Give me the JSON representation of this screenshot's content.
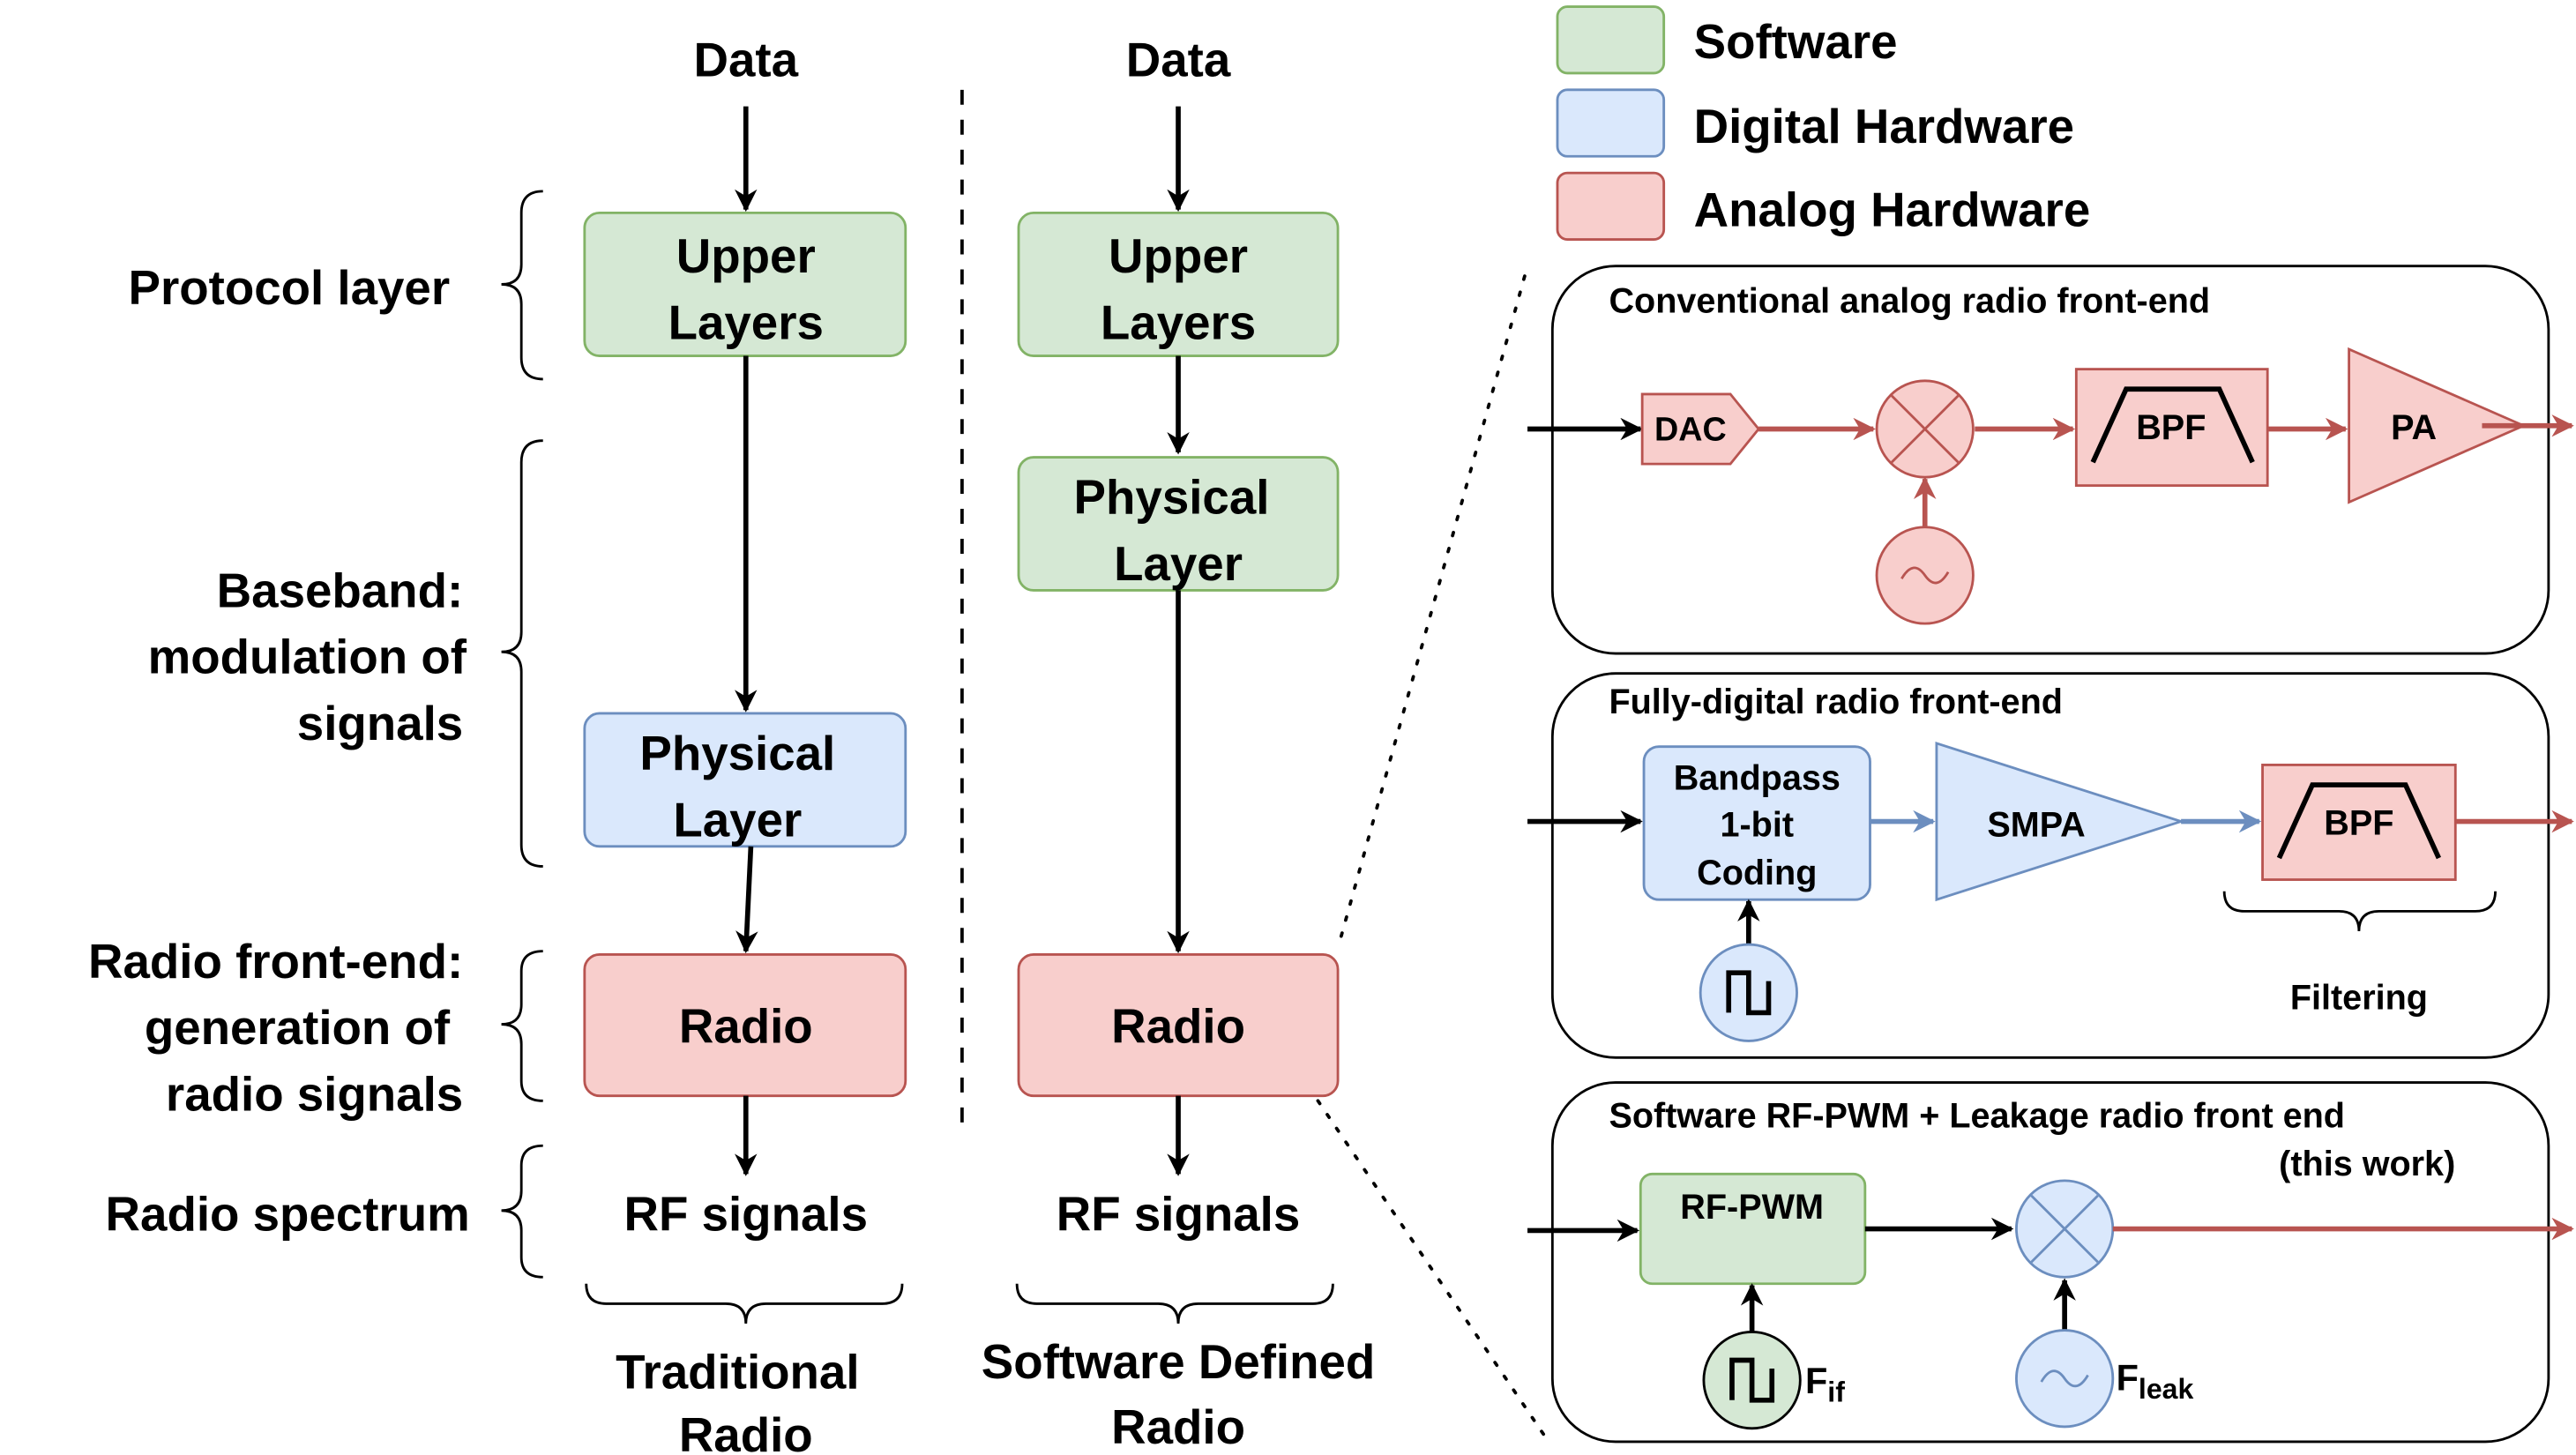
{
  "colors": {
    "software_fill": "#d5e8d4",
    "software_stroke": "#82b366",
    "digital_fill": "#dae8fc",
    "digital_stroke": "#6c8ebf",
    "analog_fill": "#f8cecc",
    "analog_stroke": "#b85450",
    "blue_arrow": "#6c8ebf",
    "red_arrow": "#b85450"
  },
  "legend": {
    "software": "Software",
    "digital": "Digital Hardware",
    "analog": "Analog Hardware"
  },
  "left_labels": {
    "protocol": "Protocol layer",
    "baseband_1": "Baseband:",
    "baseband_2": "modulation of",
    "baseband_3": "signals",
    "frontend_1": "Radio front-end:",
    "frontend_2": "generation of",
    "frontend_3": "radio signals",
    "spectrum": "Radio spectrum"
  },
  "traditional": {
    "input": "Data",
    "upper_1": "Upper",
    "upper_2": "Layers",
    "phy_1": "Physical",
    "phy_2": "Layer",
    "radio": "Radio",
    "output": "RF signals",
    "caption_1": "Traditional",
    "caption_2": "Radio"
  },
  "sdr": {
    "input": "Data",
    "upper_1": "Upper",
    "upper_2": "Layers",
    "phy_1": "Physical",
    "phy_2": "Layer",
    "radio": "Radio",
    "output": "RF signals",
    "caption_1": "Software Defined",
    "caption_2": "Radio"
  },
  "panel_conventional": {
    "title": "Conventional analog radio front-end",
    "dac": "DAC",
    "bpf": "BPF",
    "pa": "PA"
  },
  "panel_digital": {
    "title": "Fully-digital radio front-end",
    "coder_1": "Bandpass",
    "coder_2": "1-bit",
    "coder_3": "Coding",
    "smpa": "SMPA",
    "bpf": "BPF",
    "filtering": "Filtering"
  },
  "panel_pwm": {
    "title": "Software RF-PWM + Leakage radio front end",
    "subtitle": "(this work)",
    "rfpwm": "RF-PWM",
    "fif_main": "F",
    "fif_sub": "if",
    "fleak_main": "F",
    "fleak_sub": "leak"
  }
}
